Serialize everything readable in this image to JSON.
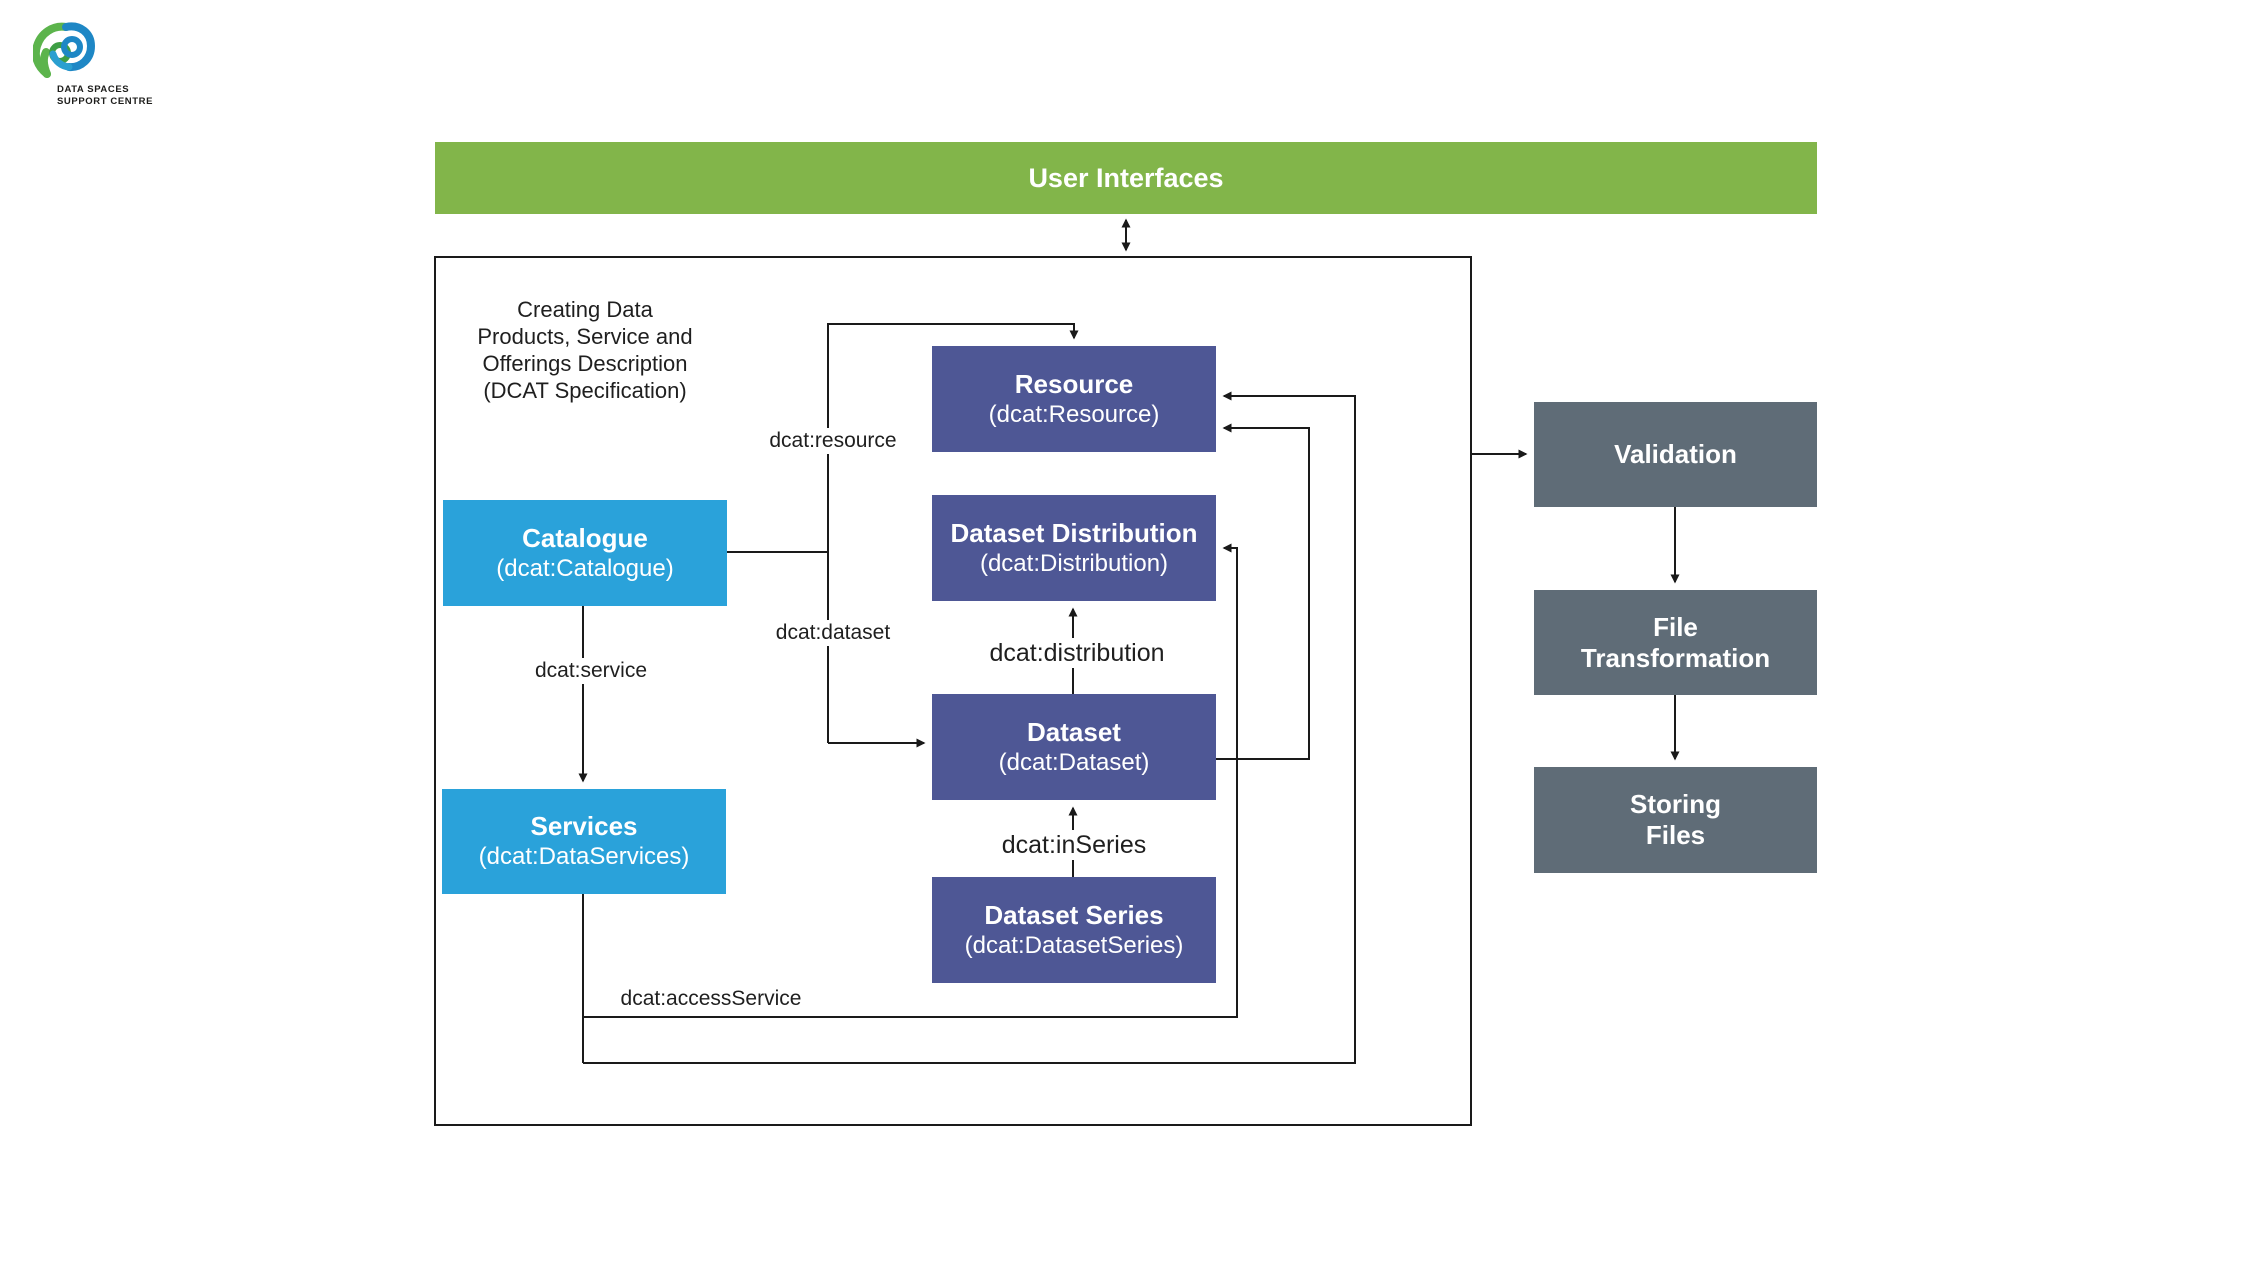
{
  "logo": {
    "line1": "DATA SPACES",
    "line2": "SUPPORT CENTRE"
  },
  "header": {
    "label": "User Interfaces"
  },
  "note": {
    "line1": "Creating Data",
    "line2": "Products, Service and",
    "line3": "Offerings Description",
    "line4": "(DCAT Specification)"
  },
  "nodes": {
    "catalogue": {
      "title": "Catalogue",
      "subtitle": "(dcat:Catalogue)"
    },
    "services": {
      "title": "Services",
      "subtitle": "(dcat:DataServices)"
    },
    "resource": {
      "title": "Resource",
      "subtitle": "(dcat:Resource)"
    },
    "distribution": {
      "title": "Dataset Distribution",
      "subtitle": "(dcat:Distribution)"
    },
    "dataset": {
      "title": "Dataset",
      "subtitle": "(dcat:Dataset)"
    },
    "dataset_series": {
      "title": "Dataset Series",
      "subtitle": "(dcat:DatasetSeries)"
    },
    "validation": {
      "title": "Validation"
    },
    "file_transformation": {
      "title": "File Transformation"
    },
    "storing_files": {
      "title": "Storing Files"
    }
  },
  "edge_labels": {
    "resource": "dcat:resource",
    "dataset": "dcat:dataset",
    "service": "dcat:service",
    "distribution": "dcat:distribution",
    "in_series": "dcat:inSeries",
    "access_service": "dcat:accessService"
  },
  "colors": {
    "header_green": "#82B54A",
    "catalogue_blue": "#2AA2DA",
    "dcat_purple": "#4E5795",
    "pipeline_gray": "#5F6C77",
    "line_black": "#1a1a1a",
    "logo_green": "#5CB44C",
    "logo_blue": "#1E87C5"
  }
}
